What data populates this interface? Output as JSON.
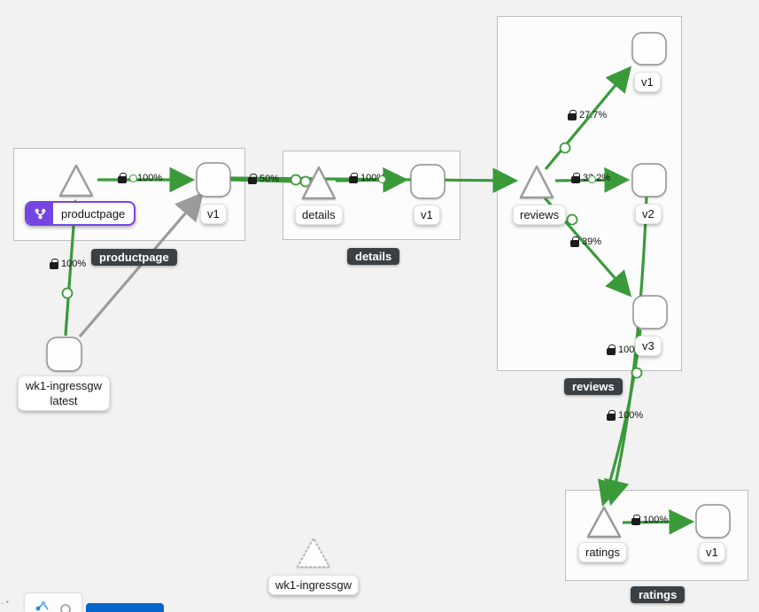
{
  "view": {
    "description": "service mesh traffic graph"
  },
  "groups": {
    "productpage": "productpage",
    "details": "details",
    "reviews": "reviews",
    "ratings": "ratings"
  },
  "nodes": {
    "productpage_service": "productpage",
    "productpage_v1": "v1",
    "details_service": "details",
    "details_v1": "v1",
    "reviews_service": "reviews",
    "reviews_v1": "v1",
    "reviews_v2": "v2",
    "reviews_v3": "v3",
    "ratings_service": "ratings",
    "ratings_v1": "v1",
    "ingress_workload": "wk1-ingressgw latest",
    "idle_service": "wk1-ingressgw"
  },
  "edges": {
    "ingress_to_productpage": "100%",
    "productpage_to_v1": "100%",
    "productpage_v1_to_details": "50%",
    "details_to_v1": "100%",
    "reviews_to_v1": "27.7%",
    "reviews_to_v2": "33.2%",
    "reviews_to_v3": "39%",
    "reviews_v3_to_ratings": "100%",
    "reviews_v2_to_ratings": "100%",
    "ratings_to_v1": "100%"
  },
  "colors": {
    "edge_green": "#3a9a3a",
    "edge_gray": "#9b9b9b",
    "app_badge_purple": "#7445e0",
    "group_title_bg": "#3b4045",
    "legend_button_blue": "#0666cc",
    "canvas_bg": "#f2f2f2"
  }
}
